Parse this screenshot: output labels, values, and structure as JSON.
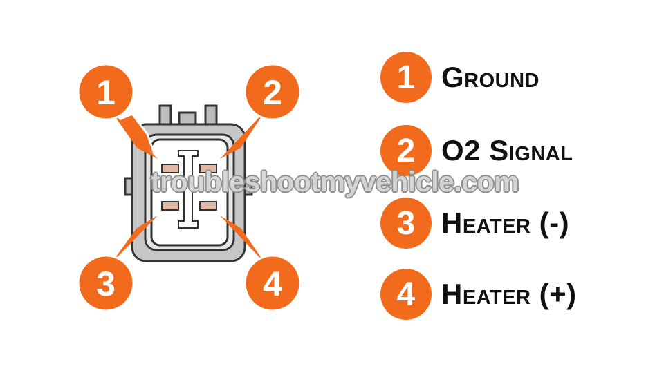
{
  "colors": {
    "accent": "#f26a1b",
    "connector_body": "#c8c8c8",
    "terminal": "#e0b8a4",
    "outline": "#333333"
  },
  "callouts": [
    {
      "number": "1"
    },
    {
      "number": "2"
    },
    {
      "number": "3"
    },
    {
      "number": "4"
    }
  ],
  "legend": [
    {
      "number": "1",
      "label": "Ground"
    },
    {
      "number": "2",
      "label": "O2 Signal"
    },
    {
      "number": "3",
      "label": "Heater (-)"
    },
    {
      "number": "4",
      "label": "Heater (+)"
    }
  ],
  "watermark": "troubleshootmyvehicle.com"
}
